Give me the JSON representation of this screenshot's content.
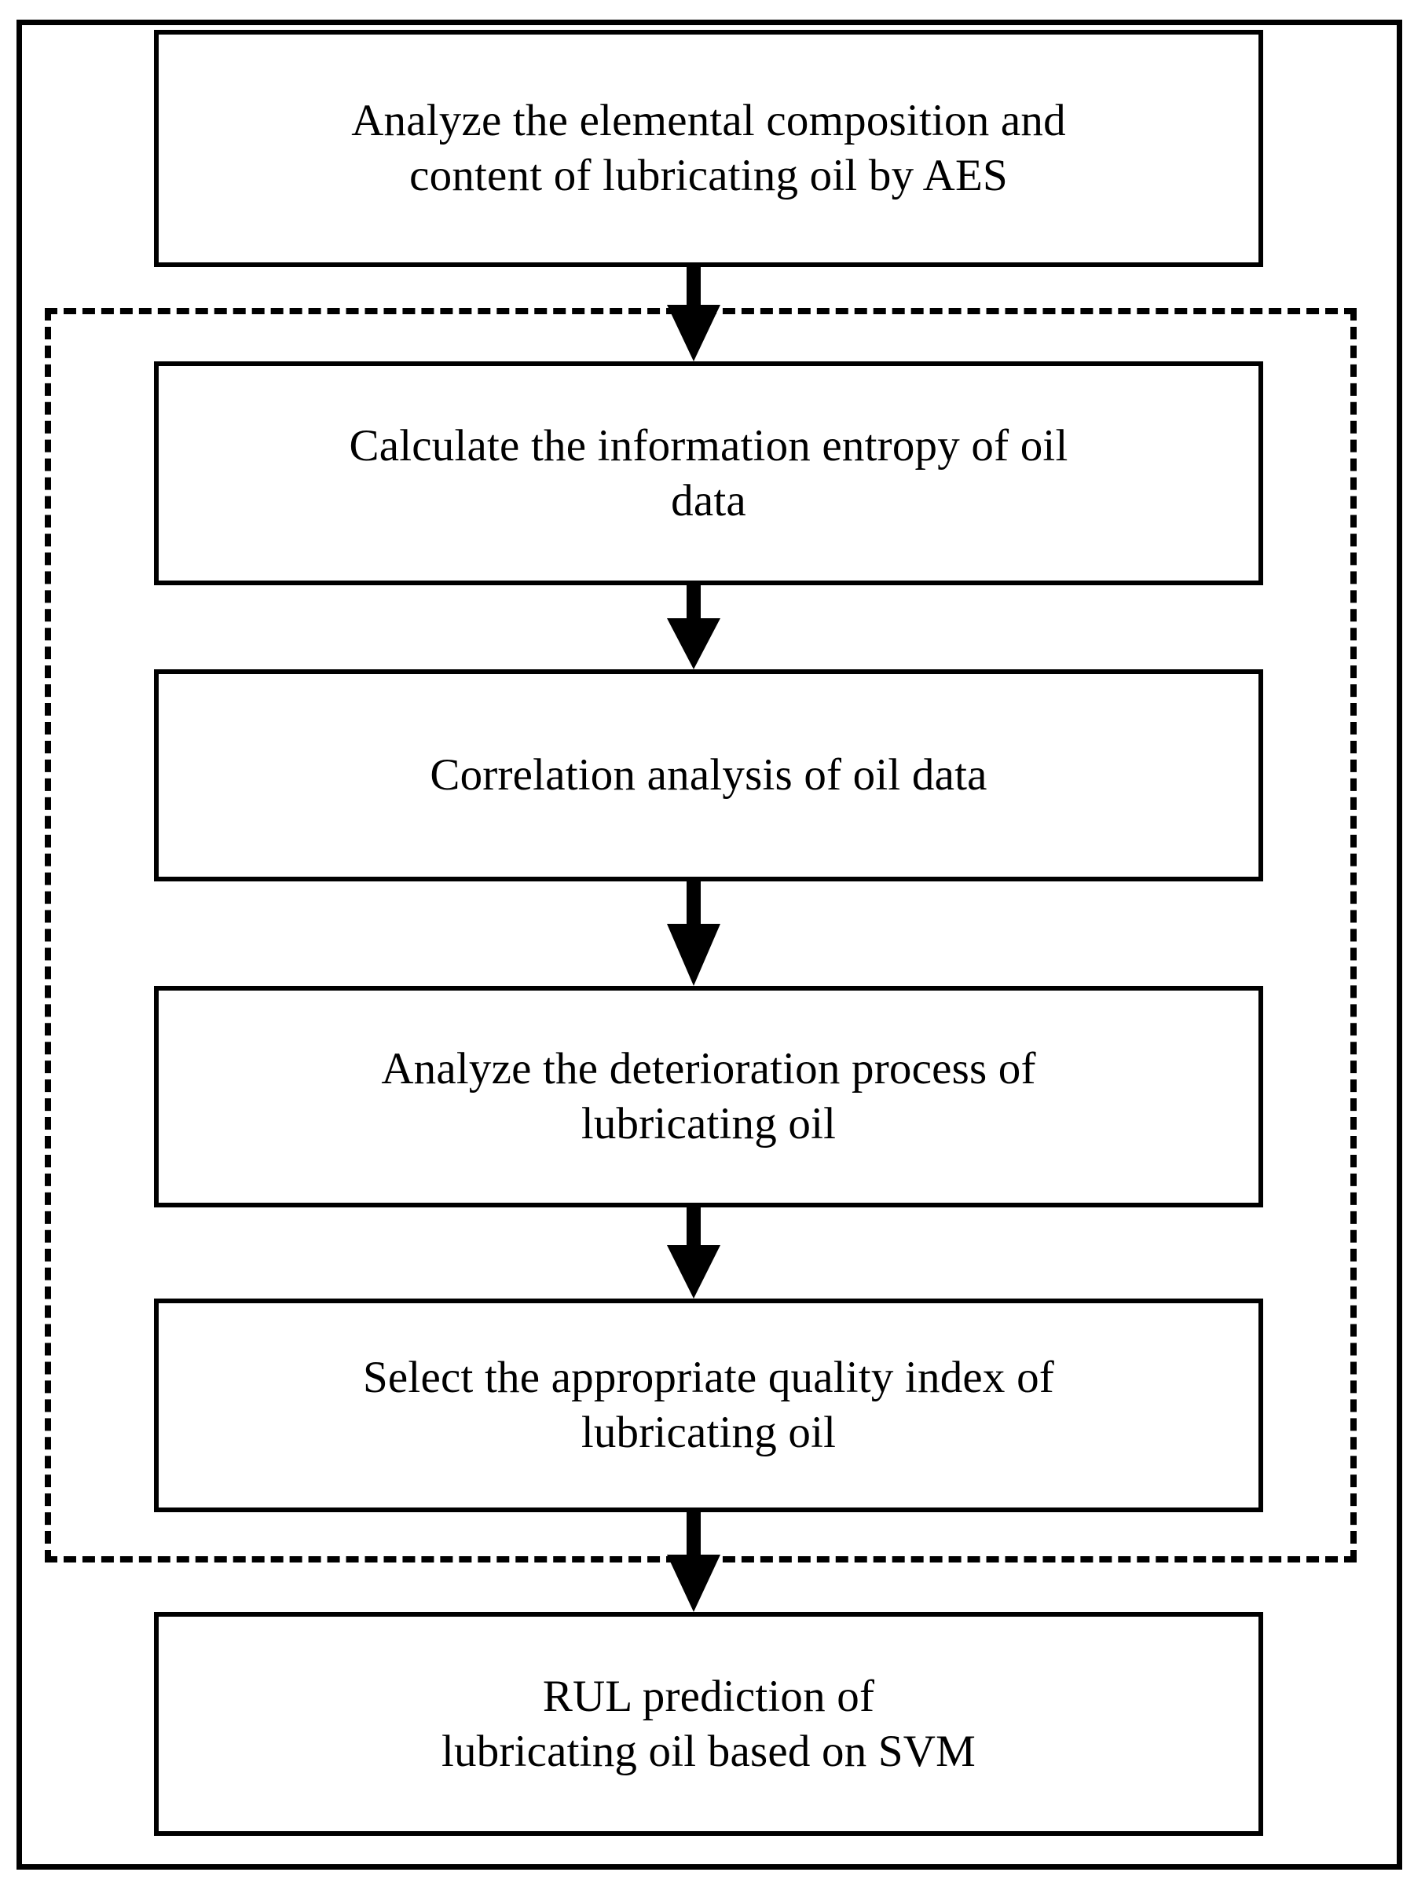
{
  "diagram": {
    "title": "Lubricating oil RUL prediction flowchart",
    "type": "flowchart",
    "orientation": "top-to-bottom",
    "colors": {
      "stroke": "#000000",
      "fill": "#ffffff",
      "background": "#ffffff"
    },
    "outer_frame": {
      "style": "solid",
      "name": "outer-frame"
    },
    "dashed_group": {
      "style": "dashed",
      "name": "feature-selection-group",
      "contains": [
        "node-2",
        "node-3",
        "node-4",
        "node-5"
      ]
    },
    "nodes": [
      {
        "id": "node-1",
        "shape": "rectangle",
        "text": "Analyze the elemental composition and\ncontent of lubricating oil by AES",
        "inside_dashed_group": false
      },
      {
        "id": "node-2",
        "shape": "rectangle",
        "text": "Calculate the information entropy of oil\ndata",
        "inside_dashed_group": true
      },
      {
        "id": "node-3",
        "shape": "rectangle",
        "text": "Correlation analysis of oil data",
        "inside_dashed_group": true
      },
      {
        "id": "node-4",
        "shape": "rectangle",
        "text": "Analyze the deterioration process of\nlubricating oil",
        "inside_dashed_group": true
      },
      {
        "id": "node-5",
        "shape": "rectangle",
        "text": "Select the appropriate quality index of\nlubricating oil",
        "inside_dashed_group": true
      },
      {
        "id": "node-6",
        "shape": "rectangle",
        "text": "RUL prediction of\nlubricating oil based on SVM",
        "inside_dashed_group": false
      }
    ],
    "edges": [
      {
        "id": "edge-1",
        "from": "node-1",
        "to": "node-2",
        "style": "solid-filled-arrow",
        "direction": "down"
      },
      {
        "id": "edge-2",
        "from": "node-2",
        "to": "node-3",
        "style": "solid-filled-arrow",
        "direction": "down"
      },
      {
        "id": "edge-3",
        "from": "node-3",
        "to": "node-4",
        "style": "solid-filled-arrow",
        "direction": "down"
      },
      {
        "id": "edge-4",
        "from": "node-4",
        "to": "node-5",
        "style": "solid-filled-arrow",
        "direction": "down"
      },
      {
        "id": "edge-5",
        "from": "node-5",
        "to": "node-6",
        "style": "solid-filled-arrow",
        "direction": "down"
      }
    ]
  }
}
